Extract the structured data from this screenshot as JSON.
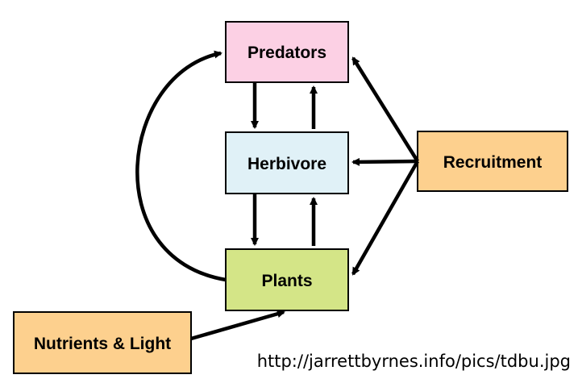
{
  "nodes": {
    "predators": {
      "label": "Predators",
      "color": "#fcd0e4"
    },
    "herbivore": {
      "label": "Herbivore",
      "color": "#e0f1f7"
    },
    "plants": {
      "label": "Plants",
      "color": "#d4e587"
    },
    "recruitment": {
      "label": "Recruitment",
      "color": "#fdd08e"
    },
    "nutrients": {
      "label": "Nutrients & Light",
      "color": "#fdd08e"
    }
  },
  "source_url": "http://jarrettbyrnes.info/pics/tdbu.jpg"
}
